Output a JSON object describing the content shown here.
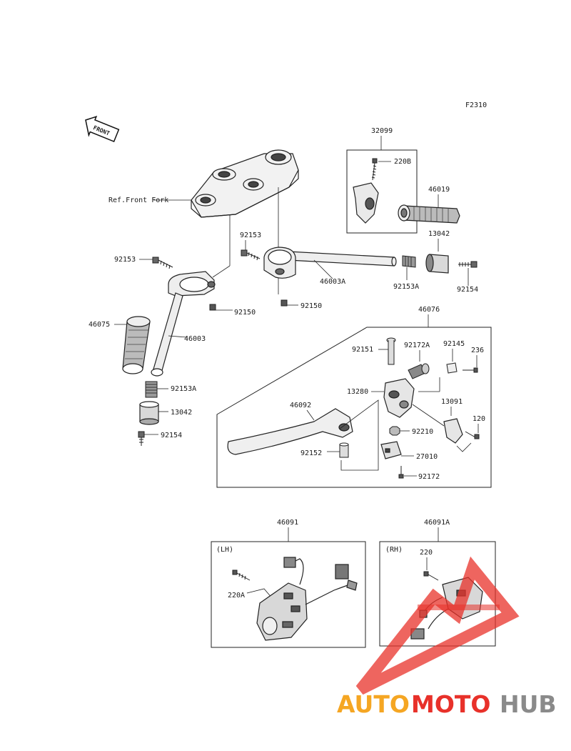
{
  "figure_code": "F2310",
  "front_label": "FRONT",
  "ref_label": "Ref.Front Fork",
  "labels": {
    "p32099": "32099",
    "p220B": "220B",
    "p46019": "46019",
    "p13042_top": "13042",
    "p92153_top": "92153",
    "p92153_left": "92153",
    "p46003A": "46003A",
    "p92153A_top": "92153A",
    "p92154_top": "92154",
    "p92150_a": "92150",
    "p92150_b": "92150",
    "p46075": "46075",
    "p46003": "46003",
    "p92153A_left": "92153A",
    "p13042_left": "13042",
    "p92154_left": "92154",
    "p46076": "46076",
    "p92151": "92151",
    "p92172A": "92172A",
    "p92145": "92145",
    "p236": "236",
    "p13280": "13280",
    "p46092": "46092",
    "p13091": "13091",
    "p120": "120",
    "p92210": "92210",
    "p92152": "92152",
    "p27010": "27010",
    "p92172": "92172",
    "p46091": "46091",
    "p46091A": "46091A",
    "lh": "(LH)",
    "rh": "(RH)",
    "p220A": "220A",
    "p220": "220"
  },
  "watermark": {
    "part1": "AUTO",
    "part2": "MOTO",
    "part3": "HUB",
    "color_orange": "#f5a623",
    "color_red": "#e8312a",
    "color_grey": "#8a8a8a"
  }
}
